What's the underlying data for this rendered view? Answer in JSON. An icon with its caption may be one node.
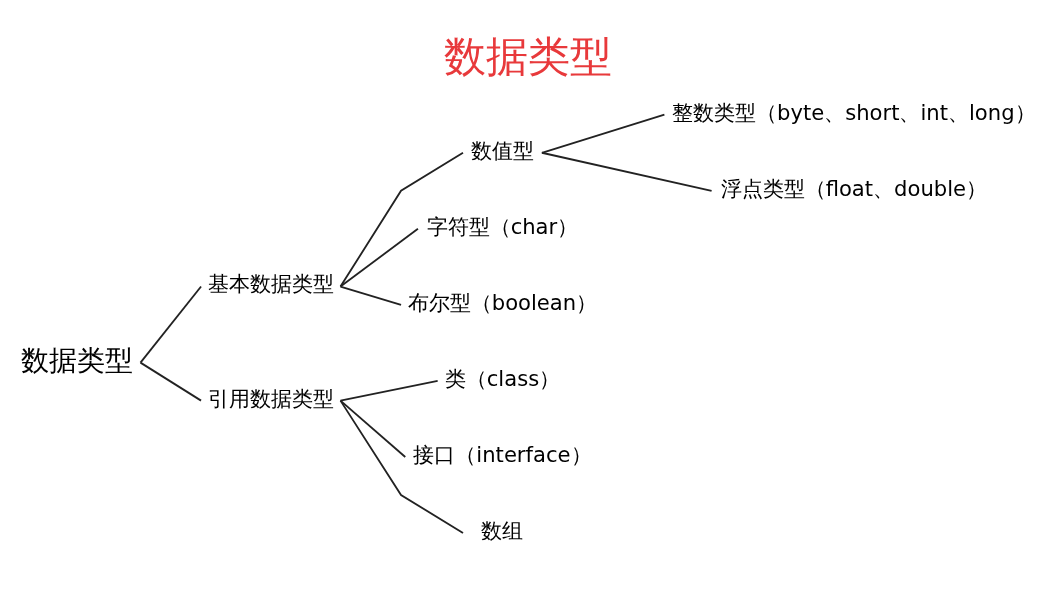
{
  "diagram": {
    "title": "数据类型",
    "nodes": [
      {
        "text": [
          "数据类型"
        ]
      },
      {
        "text": [
          "基本数据类型"
        ]
      },
      {
        "text": [
          "引用数据类型"
        ]
      },
      {
        "text": [
          "数值型"
        ]
      },
      {
        "text": [
          "字符型（char）"
        ]
      },
      {
        "text": [
          "布尔型（boolean）"
        ]
      },
      {
        "text": [
          "整数类型（byte、short、int、long）"
        ]
      },
      {
        "text": [
          "浮点类型（float、double）"
        ]
      },
      {
        "text": [
          "类（class）"
        ]
      },
      {
        "text": [
          "接口（interface）"
        ]
      },
      {
        "text": [
          "数组"
        ]
      }
    ],
    "edges": [
      {
        "from": 0,
        "to": 1,
        "arrow": "none"
      },
      {
        "from": 0,
        "to": 2,
        "arrow": "none"
      },
      {
        "from": 1,
        "to": 3,
        "arrow": "none"
      },
      {
        "from": 1,
        "to": 4,
        "arrow": "none"
      },
      {
        "from": 1,
        "to": 5,
        "arrow": "none"
      },
      {
        "from": 3,
        "to": 6,
        "arrow": "none"
      },
      {
        "from": 3,
        "to": 7,
        "arrow": "none"
      },
      {
        "from": 2,
        "to": 8,
        "arrow": "none"
      },
      {
        "from": 2,
        "to": 9,
        "arrow": "none"
      },
      {
        "from": 2,
        "to": 10,
        "arrow": "none"
      }
    ]
  }
}
